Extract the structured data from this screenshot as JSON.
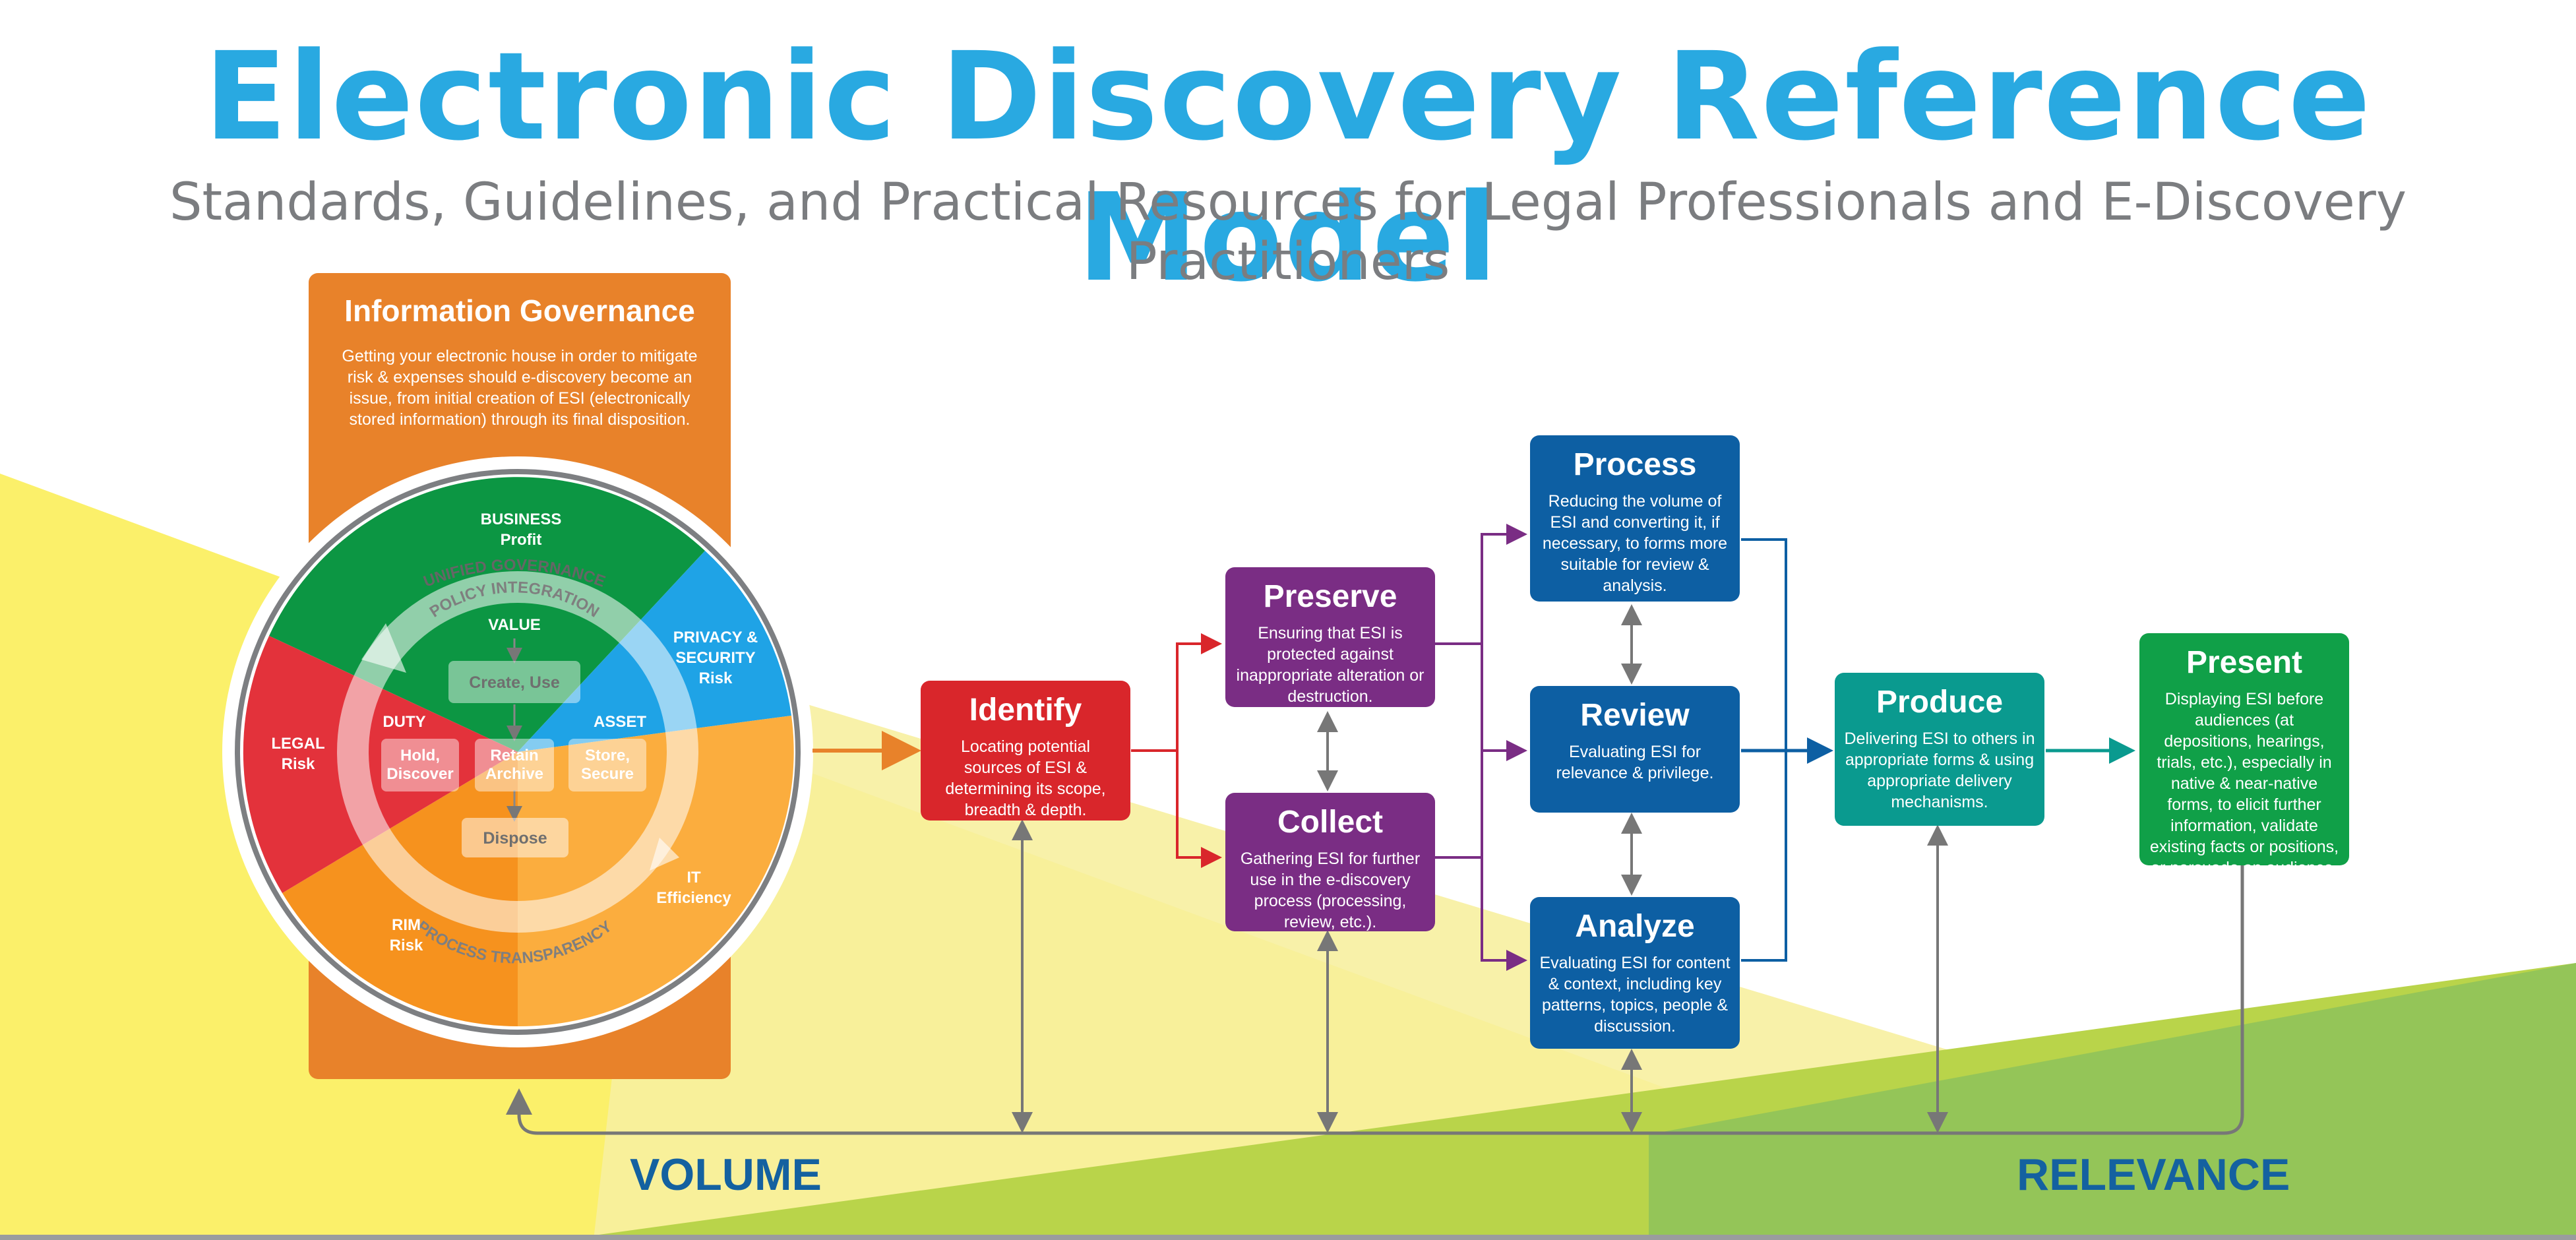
{
  "colors": {
    "title_blue": "#29a9e1",
    "subtitle_gray": "#7b7d80",
    "ig_orange": "#e8822a",
    "identify_red": "#d9262b",
    "preserve_purple": "#7a2d84",
    "collect_purple": "#7a2d84",
    "process_blue": "#0d5fa3",
    "review_blue": "#0d5fa3",
    "analyze_blue": "#0d5fa3",
    "produce_teal": "#0a9a8f",
    "present_green": "#10a048",
    "business_green": "#0c9643",
    "privacy_blue": "#1fa3e6",
    "legal_red": "#e3323b",
    "rim_orange": "#f6921e",
    "it_orange": "#fbad3e",
    "bg_yellow": "#fbf06a",
    "bg_green": "#9cc84d",
    "label_blue": "#1461a0"
  },
  "header": {
    "title": "Electronic Discovery Reference Model",
    "subtitle": "Standards, Guidelines, and Practical Resources for Legal Professionals and E-Discovery Practitioners"
  },
  "info_governance": {
    "title": "Information  Governance",
    "description": "Getting your electronic house in order to mitigate risk & expenses should e-discovery become an issue, from initial creation of ESI (electronically stored information) through its final disposition.",
    "ring_top_label": "UNIFIED GOVERNANCE",
    "arc_top_label": "POLICY INTEGRATION",
    "arc_bottom_label": "PROCESS TRANSPARENCY",
    "segments": {
      "business_line1": "BUSINESS",
      "business_line2": "Profit",
      "privacy_line1": "PRIVACY &",
      "privacy_line2": "SECURITY",
      "privacy_line3": "Risk",
      "legal_line1": "LEGAL",
      "legal_line2": "Risk",
      "rim_line1": "RIM",
      "rim_line2": "Risk",
      "it_line1": "IT",
      "it_line2": "Efficiency"
    },
    "inner": {
      "value": "VALUE",
      "duty": "DUTY",
      "asset": "ASSET",
      "create_use": "Create, Use",
      "hold_line1": "Hold,",
      "hold_line2": "Discover",
      "retain_line1": "Retain",
      "retain_line2": "Archive",
      "store_line1": "Store,",
      "store_line2": "Secure",
      "dispose": "Dispose"
    }
  },
  "stages": {
    "identify": {
      "title": "Identify",
      "description": "Locating potential sources of ESI & determining its scope, breadth & depth."
    },
    "preserve": {
      "title": "Preserve",
      "description": "Ensuring that ESI is protected against inappropriate alteration or destruction."
    },
    "collect": {
      "title": "Collect",
      "description": "Gathering ESI for further use in the e-discovery process (processing, review, etc.)."
    },
    "process": {
      "title": "Process",
      "description": "Reducing the volume of ESI and converting it, if necessary, to forms more suitable for review & analysis."
    },
    "review": {
      "title": "Review",
      "description": "Evaluating ESI for relevance & privilege."
    },
    "analyze": {
      "title": "Analyze",
      "description": "Evaluating ESI for content & context, including key patterns, topics, people & discussion."
    },
    "produce": {
      "title": "Produce",
      "description": "Delivering ESI to others in appropriate forms & using appropriate delivery mechanisms."
    },
    "present": {
      "title": "Present",
      "description": "Displaying ESI before audiences (at depositions, hearings, trials, etc.), especially in native & near-native forms, to elicit further information, validate existing facts or positions, or persuade an audience."
    }
  },
  "footer": {
    "volume": "VOLUME",
    "relevance": "RELEVANCE"
  }
}
